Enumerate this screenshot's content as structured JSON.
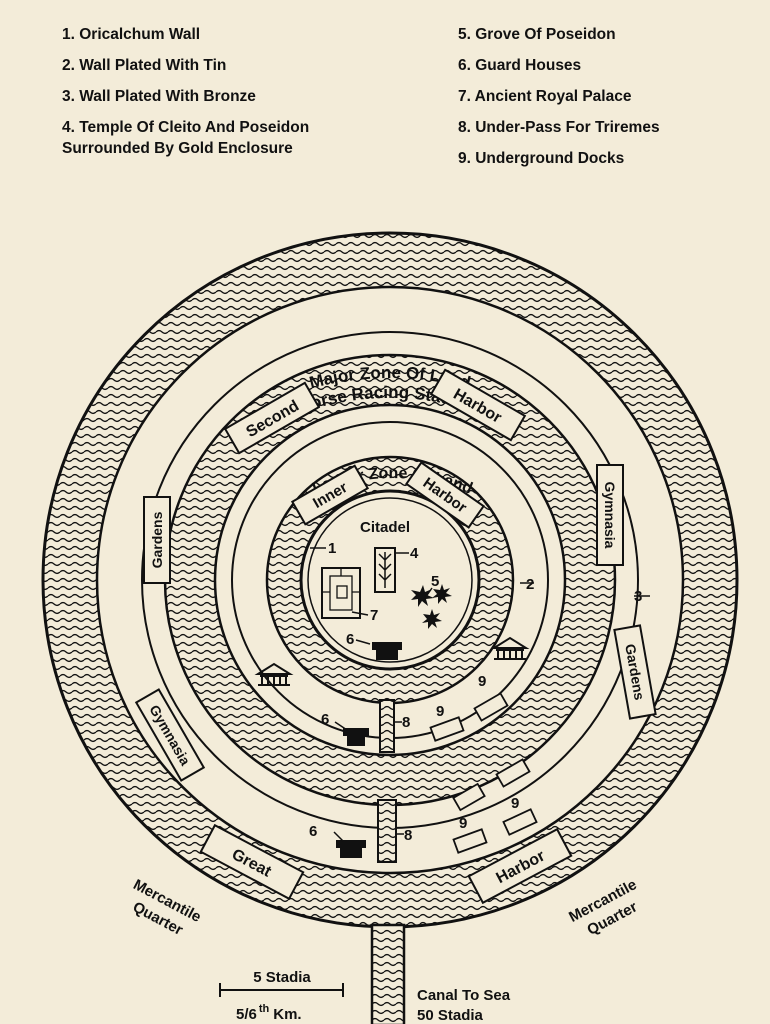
{
  "legend": {
    "left": [
      "1. Oricalchum Wall",
      "2. Wall Plated With Tin",
      "3. Wall Plated With Bronze",
      "4. Temple Of Cleito And Poseidon\nSurrounded By Gold Enclosure"
    ],
    "right": [
      "5. Grove Of Poseidon",
      "6. Guard Houses",
      "7. Ancient Royal Palace",
      "8. Under-Pass For Triremes",
      "9. Underground Docks"
    ]
  },
  "map": {
    "major_zone": "Major Zone Of Land",
    "horse_stadium": "Horse Racing Stadium",
    "lesser_zone": "Lesser Zone Of Land",
    "citadel": "Citadel",
    "second": "Second",
    "harbor_outer": "Harbor",
    "inner": "Inner",
    "harbor_inner": "Harbor",
    "great": "Great",
    "harbor_great": "Harbor",
    "gardens_left": "Gardens",
    "gardens_right": "Gardens",
    "gymnasia_right": "Gymnasia",
    "gymnasia_left": "Gymnasia",
    "mercantile_left_1": "Mercantile",
    "mercantile_left_2": "Quarter",
    "mercantile_right_1": "Mercantile",
    "mercantile_right_2": "Quarter",
    "n1": "1",
    "n2": "2",
    "n3": "3",
    "n4": "4",
    "n5": "5",
    "n6a": "6",
    "n6b": "6",
    "n6c": "6",
    "n7": "7",
    "n8a": "8",
    "n8b": "8",
    "n9a": "9",
    "n9b": "9",
    "n9c": "9",
    "n9d": "9"
  },
  "scale": {
    "stadia": "5 Stadia",
    "km": "5/6",
    "km_sup": "th",
    "km_unit": "Km."
  },
  "canal": {
    "line1": "Canal To Sea",
    "line2": "50 Stadia"
  }
}
